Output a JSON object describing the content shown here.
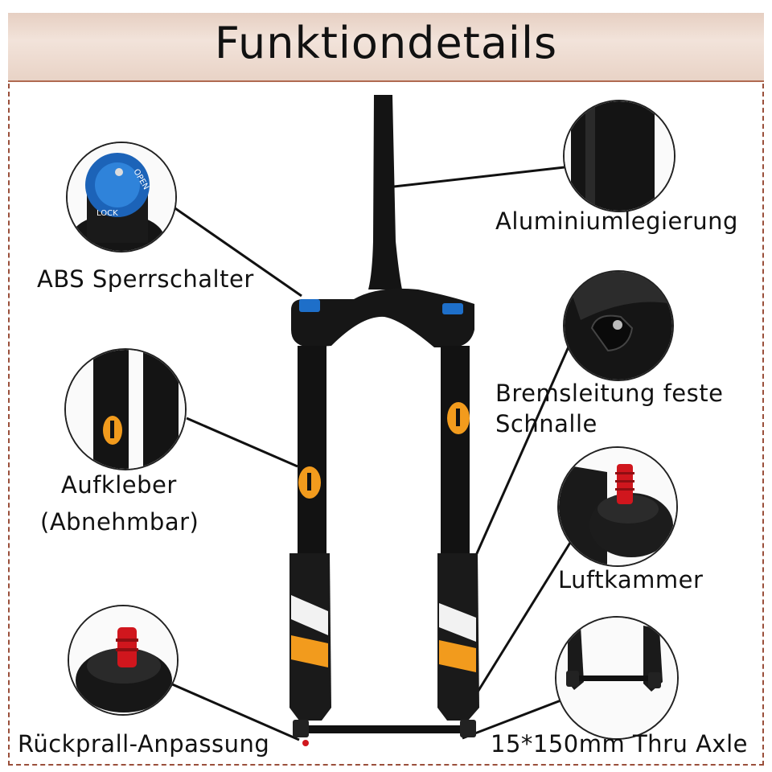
{
  "title": "Funktiondetails",
  "labels": {
    "lock_switch": "ABS Sperrschalter",
    "sticker_line1": "Aufkleber",
    "sticker_line2": "(Abnehmbar)",
    "rebound": "Rückprall-Anpassung",
    "alloy": "Aluminiumlegierung",
    "brake_line1": "Bremsleitung feste",
    "brake_line2": "Schnalle",
    "air_chamber": "Luftkammer",
    "axle": "15*150mm Thru Axle"
  },
  "knob_text": {
    "lock": "LOCK",
    "open": "OPEN"
  },
  "colors": {
    "banner": "#ecd8cc",
    "frame": "#9a4f3b",
    "fork": "#141414",
    "accent_orange": "#f29b1d",
    "knob_blue": "#1e6fc9",
    "valve_red": "#d0161d"
  }
}
